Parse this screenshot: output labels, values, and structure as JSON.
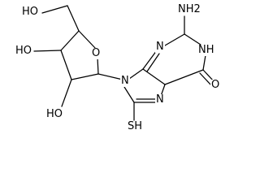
{
  "molecule": {
    "labels": {
      "top_ho": "HO",
      "left_ho": "HO",
      "bottom_ho": "HO",
      "ring_o": "O",
      "n9": "N",
      "n3": "N",
      "nh2": "NH2",
      "nh": "NH",
      "n7": "N",
      "carbonyl_o": "O",
      "sh": "SH"
    },
    "colors": {
      "bond": "#000000",
      "label": "#000000",
      "background": "#ffffff"
    }
  }
}
